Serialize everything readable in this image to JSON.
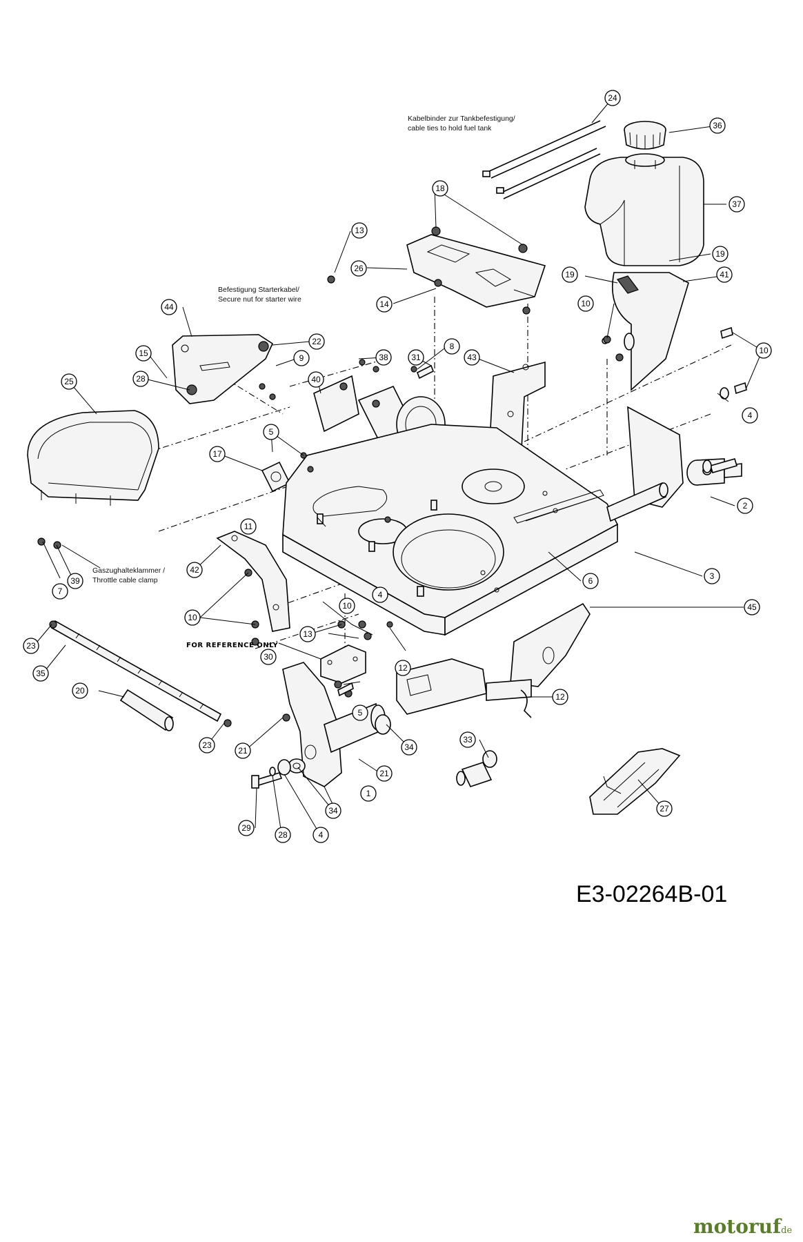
{
  "drawing_number": "E3-02264B-01",
  "watermark": {
    "brand": "motoruf",
    "tld": ".de"
  },
  "notes": {
    "cable_ties_de": "Kabelbinder zur Tankbefestigung/",
    "cable_ties_en": "cable ties to hold fuel tank",
    "starter_de": "Befestigung Starterkabel/",
    "starter_en": "Secure nut for starter wire",
    "throttle_de": "Gaszughalteklammer /",
    "throttle_en": "Throttle cable clamp",
    "reference": "FOR REFERENCE ONLY"
  },
  "callouts": [
    "24",
    "36",
    "37",
    "18",
    "13",
    "26",
    "14",
    "19",
    "41",
    "10",
    "44",
    "22",
    "15",
    "9",
    "38",
    "31",
    "8",
    "43",
    "28",
    "25",
    "40",
    "17",
    "5",
    "11",
    "2",
    "42",
    "7",
    "39",
    "3",
    "6",
    "45",
    "23",
    "35",
    "30",
    "12",
    "20",
    "34",
    "33",
    "21",
    "1",
    "4",
    "29",
    "27"
  ]
}
